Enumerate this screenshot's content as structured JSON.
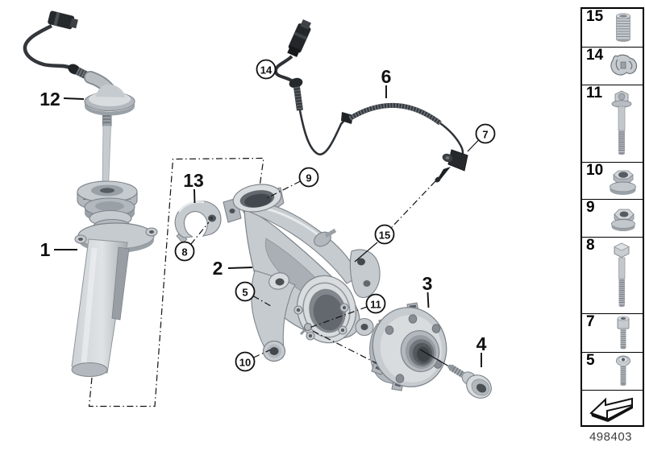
{
  "page": {
    "diagram_number": "498403",
    "background": "#ffffff"
  },
  "colors": {
    "metal_light": "#d8dcdf",
    "metal_mid": "#c6cbd0",
    "metal_dark": "#9aa1a6",
    "cable_black": "#2e3236",
    "line_black": "#111111"
  },
  "callouts": {
    "plain": [
      {
        "id": "spring-strut",
        "label": "1"
      },
      {
        "id": "steering-knuckle",
        "label": "2"
      },
      {
        "id": "wheel-hub",
        "label": "3"
      },
      {
        "id": "hub-bolt",
        "label": "4"
      },
      {
        "id": "abs-sensor-cable",
        "label": "6"
      },
      {
        "id": "protective-cap",
        "label": "12"
      },
      {
        "id": "clamp-bracket",
        "label": "13"
      }
    ],
    "circled": [
      {
        "id": "torx-screw",
        "label": "5"
      },
      {
        "id": "abs-sensor",
        "label": "7"
      },
      {
        "id": "clamp-bolt",
        "label": "8"
      },
      {
        "id": "flange-nut",
        "label": "9"
      },
      {
        "id": "collar-nut",
        "label": "10"
      },
      {
        "id": "flange-bolt",
        "label": "11"
      },
      {
        "id": "cable-connector",
        "label": "14"
      },
      {
        "id": "threaded-insert",
        "label": "15"
      }
    ]
  },
  "sidebar": {
    "items": [
      {
        "number": "15",
        "icon": "threaded-insert-icon"
      },
      {
        "number": "14",
        "icon": "cable-clip-icon"
      },
      {
        "number": "11",
        "icon": "flange-bolt-icon"
      },
      {
        "number": "10",
        "icon": "collar-nut-icon"
      },
      {
        "number": "9",
        "icon": "flange-nut-icon"
      },
      {
        "number": "8",
        "icon": "hex-bolt-icon"
      },
      {
        "number": "7",
        "icon": "socket-screw-icon"
      },
      {
        "number": "5",
        "icon": "torx-screw-icon"
      },
      {
        "number": "",
        "icon": "direction-arrow-icon"
      }
    ]
  }
}
